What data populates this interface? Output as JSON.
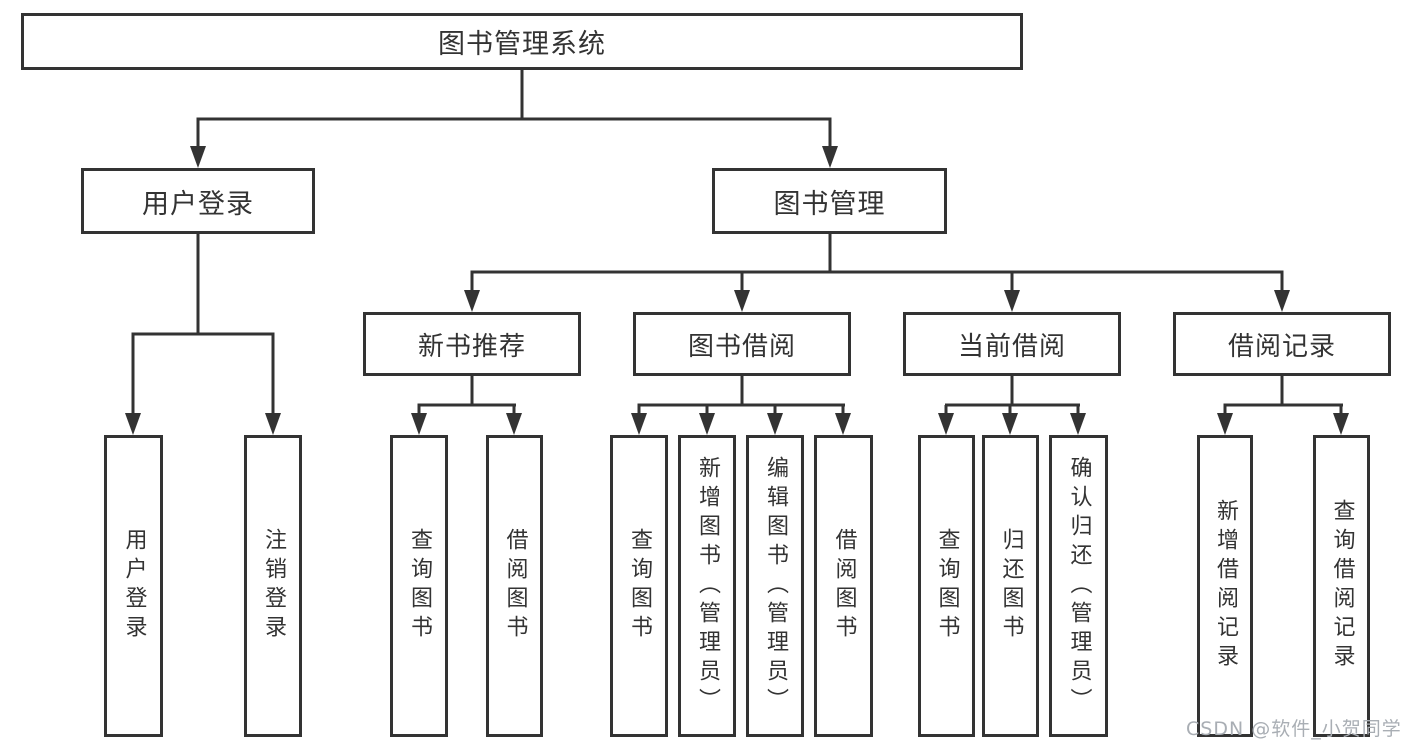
{
  "diagram": {
    "type": "hierarchy-tree",
    "colors": {
      "line": "#333333",
      "box_border": "#333333",
      "box_background": "#ffffff",
      "text": "#333333",
      "watermark": "#a9aeb4",
      "page_background": "#ffffff"
    },
    "tree": {
      "root": {
        "label": "图书管理系统"
      },
      "branches": [
        {
          "label": "用户登录",
          "children": [
            "用户登录",
            "注销登录"
          ]
        },
        {
          "label": "图书管理",
          "children": [
            {
              "label": "新书推荐",
              "children": [
                "查询图书",
                "借阅图书"
              ]
            },
            {
              "label": "图书借阅",
              "children": [
                "查询图书",
                "新增图书（管理员）",
                "编辑图书（管理员）",
                "借阅图书"
              ]
            },
            {
              "label": "当前借阅",
              "children": [
                "查询图书",
                "归还图书",
                "确认归还（管理员）"
              ]
            },
            {
              "label": "借阅记录",
              "children": [
                "新增借阅记录",
                "查询借阅记录"
              ]
            }
          ]
        }
      ]
    }
  },
  "watermark": {
    "text": "CSDN @软件_小贺同学"
  }
}
